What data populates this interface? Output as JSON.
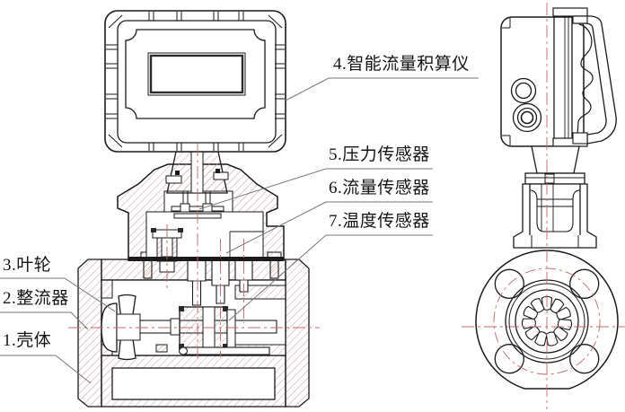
{
  "labels": {
    "totalizer": "4.智能流量积算仪",
    "pressure_sensor": "5.压力传感器",
    "flow_sensor": "6.流量传感器",
    "temperature_sensor": "7.温度传感器",
    "impeller": "3.叶轮",
    "flow_straightener": "2.整流器",
    "body_shell": "1.壳体"
  },
  "colors": {
    "outline": "#1a1a1a",
    "hatch": "#cc9c9c",
    "centerline": "#c06868",
    "leader_line": "#777777",
    "background": "#ffffff"
  }
}
